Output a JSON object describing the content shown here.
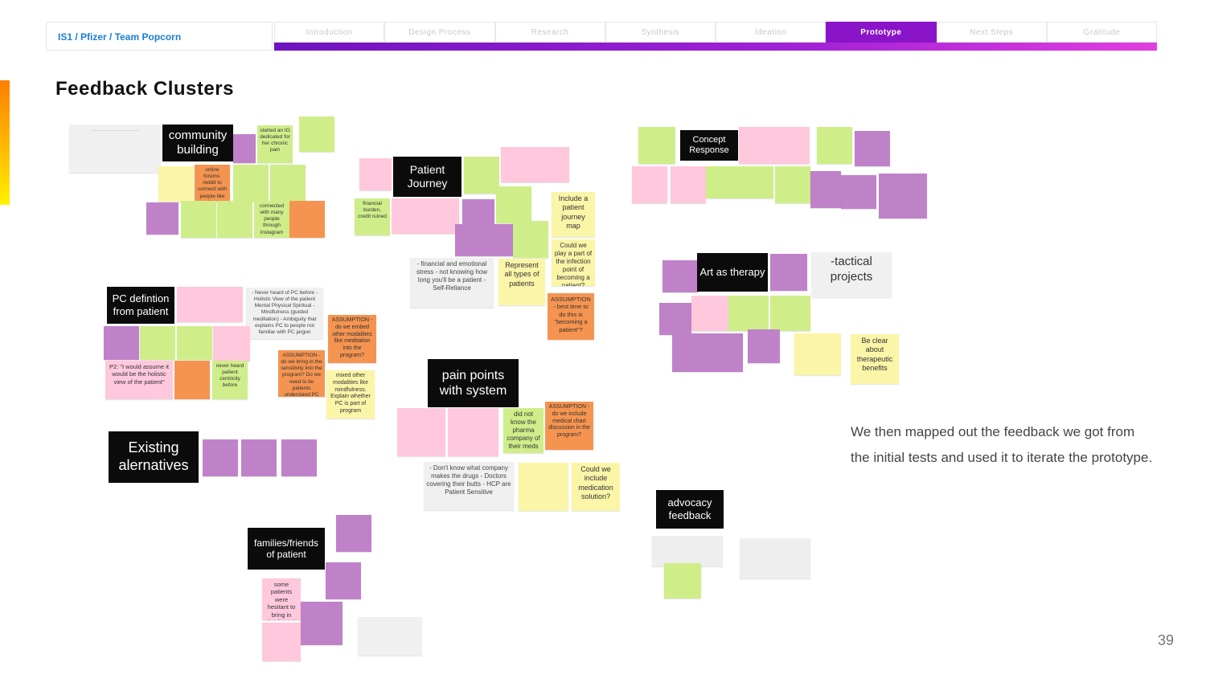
{
  "header": {
    "breadcrumb": "IS1 / Pfizer / Team Popcorn",
    "tabs": [
      "Introduction",
      "Design Process",
      "Research",
      "Synthesis",
      "Ideation",
      "Prototype",
      "Next Steps",
      "Gratitude"
    ]
  },
  "title": "Feedback Clusters",
  "clusters": {
    "community": "community building",
    "journey": "Patient Journey",
    "pc": "PC defintion from patient",
    "existing": "Existing alernatives",
    "pain": "pain points with system",
    "families": "families/friends of patient",
    "concept": "Concept Response",
    "art": "Art as therapy",
    "advocacy": "advocacy feedback"
  },
  "notes": {
    "n_started": "started an IG dedicated for her chronic pain",
    "n_online": "online forums: reddit to connect with people like him",
    "n_connected": "connected with many people through Instagram",
    "n_burden": "financial burden, credit ruined",
    "n_include_journey": "Include a patient journey map",
    "n_could_play": "Could we play a part of the infection point of becoming a patient?",
    "n_represent": "Represent all types of patients",
    "n_assumption_time": "ASSUMPTION - best time to do this is \"becoming a patient\"?",
    "n_financial": "- financial and emotional stress - not knowing how long you'll be a patient - Self-Reliance",
    "n_never_heard": "- Never heard of PC before - Holistic View of the patient Mental Physical Spiritual - Mindfulness (guided meditation) - Ambiguity that explains PC to people not familiar with PC jargon",
    "n_assumption_embed": "ASSUMPTION - do we embed other modalities like meditation into the program?",
    "n_assumption_lacking": "ASSUMPTION - do we bring in the sensitivity into the program? Do we need to tie patients understand PC language?",
    "n_mixed": "mixed other modalities like mindfulness. Explain whether PC is part of program",
    "n_dont_know": "- Don't know what company makes the drugs - Doctors covering their butts - HCP are Patient Sensitive",
    "n_pharma_unknown": "did not know the pharma company of their meds",
    "n_assumption_medical": "ASSUMPTION - do we include medical chart discussion in the program?",
    "n_include_med": "Could we include medication solution?",
    "n_tactical": "-tactical projects",
    "n_be_clear": "Be clear about therapeutic benefits",
    "n_pc_def": "P2: \"I would assume it would be the holistic view of the patient\"",
    "n_some_patients": "some patients were hesitant to bring in family and others where not",
    "n_never_heard_pc": "never heard patient centricity before"
  },
  "caption": "We then mapped out the feedback we got from the initial tests and used it to iterate the prototype.",
  "page_number": "39",
  "colors": {
    "accent": "#8a14c8",
    "breadcrumb": "#1a7ed6"
  }
}
